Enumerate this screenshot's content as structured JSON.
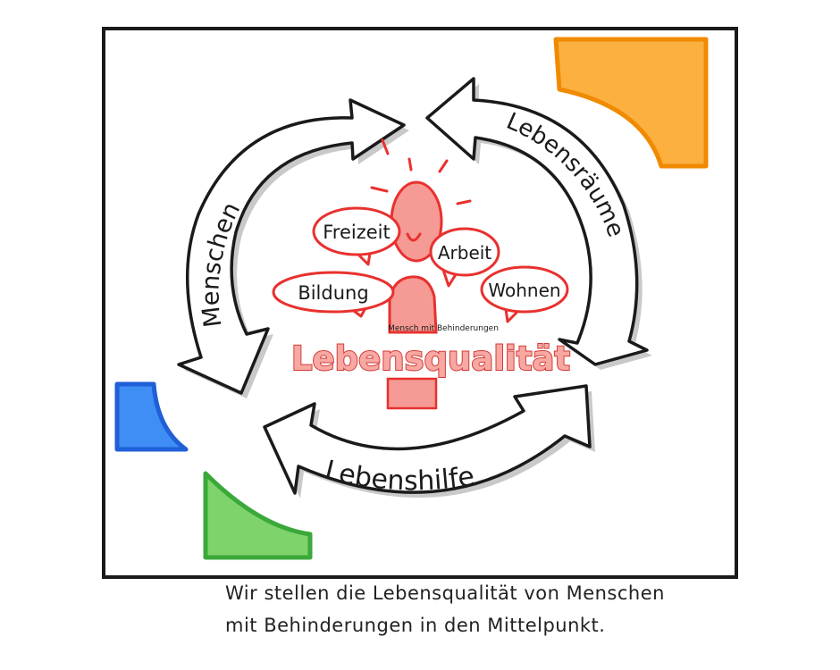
{
  "diagram": {
    "cycle": {
      "menschen": "Menschen",
      "lebensraeume": "Lebensräume",
      "lebenshilfe": "Lebenshilfe"
    },
    "bubbles": {
      "freizeit": "Freizeit",
      "arbeit": "Arbeit",
      "bildung": "Bildung",
      "wohnen": "Wohnen"
    },
    "center": {
      "subtitle": "Mensch mit Behinderungen",
      "title": "Lebensqualität"
    },
    "caption": {
      "line1": "Wir stellen die Lebensqualität von Menschen",
      "line2": "mit Behinderungen in den Mittelpunkt."
    }
  },
  "colors": {
    "orange": "#fbb040",
    "blue": "#3f8ef5",
    "green": "#7fd36b",
    "red": "#e8312f",
    "pink": "#f59a94"
  }
}
